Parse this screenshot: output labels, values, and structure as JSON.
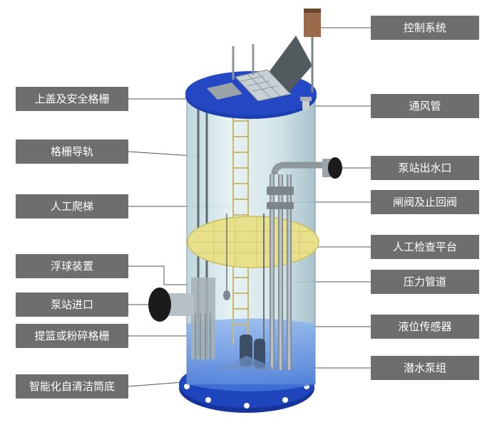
{
  "diagram": {
    "left_labels": [
      "上盖及安全格栅",
      "格栅导轨",
      "人工爬梯",
      "浮球装置",
      "泵站进口",
      "提篮或粉碎格栅",
      "智能化自清洁筒底"
    ],
    "right_labels": [
      "控制系统",
      "通风管",
      "泵站出水口",
      "闸阀及止回阀",
      "人工检查平台",
      "压力管道",
      "液位传感器",
      "潜水泵组"
    ],
    "colors": {
      "label_bg": "#6e6e6e",
      "label_text": "#ffffff",
      "tank_lid": "#1c3fb0",
      "tank_glass": "#cfe3ea",
      "platform": "#e8e08a",
      "water": "#5b8fe0",
      "leader_line": "#555555"
    }
  }
}
